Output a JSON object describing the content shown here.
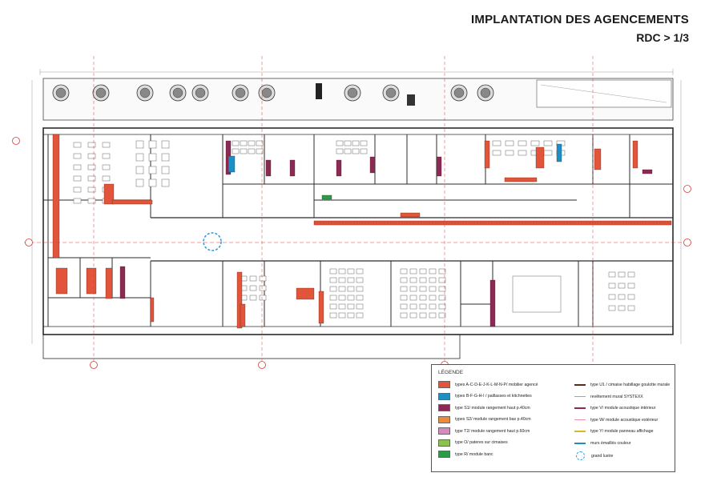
{
  "header": {
    "title": "IMPLANTATION DES AGENCEMENTS",
    "subtitle": "RDC > 1/3"
  },
  "colors": {
    "wall": "#2b2b2b",
    "red": "#e2553a",
    "blue": "#1e8fc4",
    "purple": "#8b2a55",
    "orange": "#ef8a3a",
    "pink": "#d889c0",
    "lightgreen": "#8cc250",
    "green": "#2e9b4a",
    "axis": "#d93a3a",
    "circle": "#3a9ad9"
  },
  "legend": {
    "title": "LÉGENDE",
    "swatch_items": [
      {
        "label": "types A-C-D-E-J-K-L-M-N-P/ mobilier agencé",
        "color": "#e2553a"
      },
      {
        "label": "types B-F-G-H-I / paillasses et kitchnettes",
        "color": "#1e8fc4"
      },
      {
        "label": "type S1/ module rangement haut p.40cm",
        "color": "#8b2a55"
      },
      {
        "label": "types S2/ module rangement bas p.40cm",
        "color": "#ef8a3a"
      },
      {
        "label": "type T2/ module rangement haut p.60cm",
        "color": "#d889c0"
      },
      {
        "label": "type O/ pateres sur cimaises",
        "color": "#8cc250"
      },
      {
        "label": "type R/ module banc",
        "color": "#2e9b4a"
      }
    ],
    "line_items": [
      {
        "label": "type U1 / cimaise habillage goulotte murale",
        "color": "#5a2a1a",
        "thick": 2
      },
      {
        "label": "revêtement mural SYSTEXX",
        "color": "#8cc250",
        "thick": 1
      },
      {
        "label": "type V/ module acoustique intérieur",
        "color": "#8b2a55",
        "thick": 2
      },
      {
        "label": "type W/ module acoustique extérieur",
        "color": "#e88fb0",
        "thick": 1
      },
      {
        "label": "type Y/ module panneau affichage",
        "color": "#d9b830",
        "thick": 2
      },
      {
        "label": "murs émaillés couleur",
        "color": "#1e8fc4",
        "thick": 2
      }
    ],
    "circle_item": {
      "label": "grand lustre"
    }
  }
}
